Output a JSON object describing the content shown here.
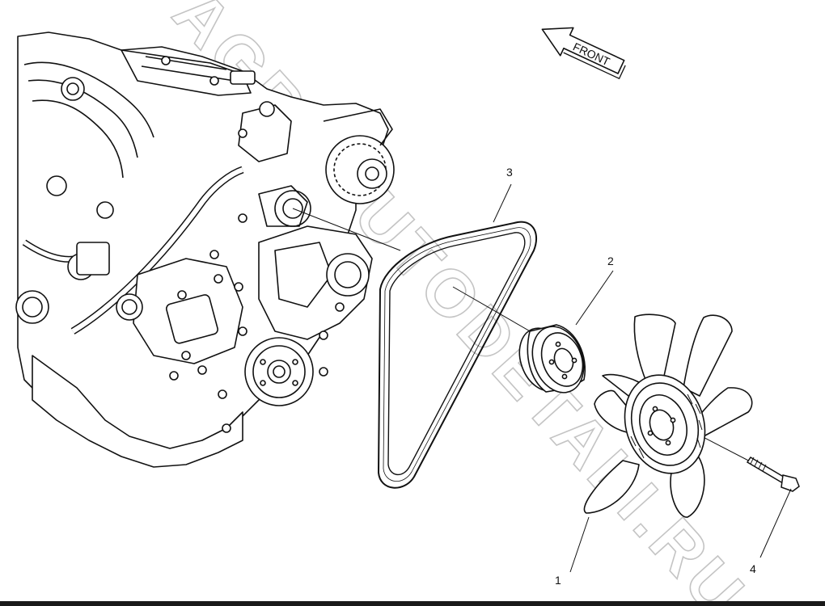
{
  "front_arrow": {
    "label": "FRONT"
  },
  "callouts": {
    "fan": "1",
    "pulley": "2",
    "belt": "3",
    "bolt": "4"
  },
  "watermark": "AGROAUTODETALI.RU",
  "colors": {
    "line": "#111111",
    "background": "#ffffff",
    "watermark_outline": "#bdbdbd"
  }
}
